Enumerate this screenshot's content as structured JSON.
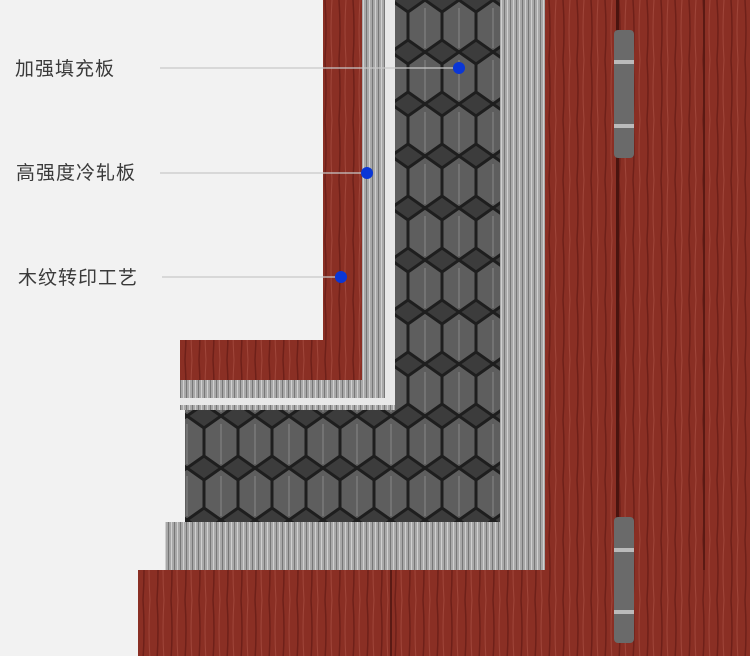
{
  "labels": [
    {
      "text": "加强填充板"
    },
    {
      "text": "高强度冷轧板"
    },
    {
      "text": "木纹转印工艺"
    }
  ],
  "colors": {
    "background": "#f2f2f2",
    "wood": "#8a2f24",
    "steel": "#9a9a9a",
    "marker": "#0a36d6",
    "leader_line": "#c8c8c8"
  }
}
